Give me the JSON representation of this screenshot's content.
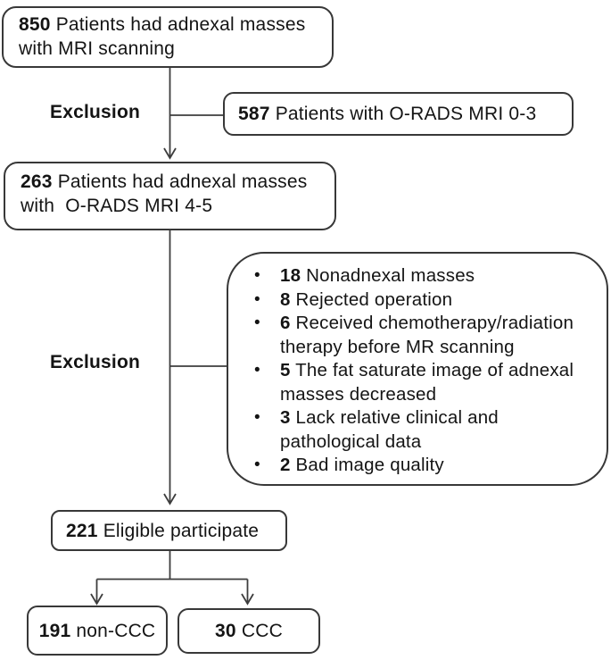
{
  "boxes": {
    "box_850": {
      "number": "850",
      "label": "Patients had adnexal masses with MRI scanning"
    },
    "box_587": {
      "number": "587",
      "label": "Patients with O-RADS MRI 0-3"
    },
    "box_263": {
      "number": "263",
      "label": "Patients had adnexal masses with  O-RADS MRI 4-5"
    },
    "box_221": {
      "number": "221",
      "label": "Eligible participate"
    },
    "box_non_ccc": {
      "number": "191",
      "label": "non-CCC"
    },
    "box_ccc": {
      "number": "30",
      "label": "CCC"
    }
  },
  "labels": {
    "exclusion_1": "Exclusion",
    "exclusion_2": "Exclusion"
  },
  "exclusion_box": {
    "bullet": "•",
    "items": [
      {
        "number": "18",
        "label": "Nonadnexal masses"
      },
      {
        "number": "8",
        "label": "Rejected operation"
      },
      {
        "number": "6",
        "label": "Received chemotherapy/radiation therapy before MR scanning"
      },
      {
        "number": "5",
        "label": "The fat saturate image of adnexal masses decreased"
      },
      {
        "number": "3",
        "label": "Lack relative clinical and pathological data"
      },
      {
        "number": "2",
        "label": "Bad image quality"
      }
    ]
  },
  "colors": {
    "background": "#ffffff",
    "border": "#383838",
    "line": "#3d3d3d",
    "text": "#141414"
  }
}
